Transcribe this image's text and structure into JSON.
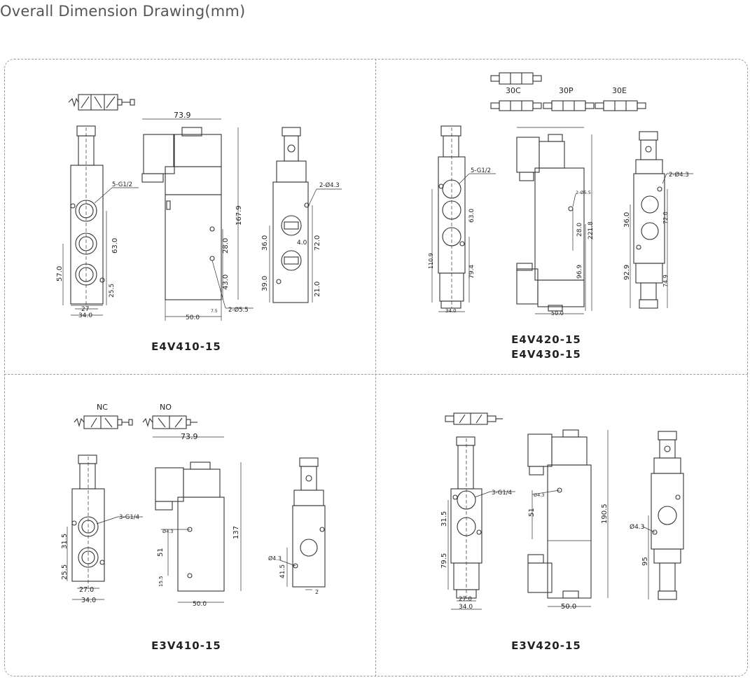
{
  "page_title": "Overall Dimension Drawing(mm)",
  "panels": {
    "top_left": {
      "model": "E4V410-15",
      "dims": {
        "width_top": "73.9",
        "port_label": "5-G1/2",
        "mount_label": "2-Ø4.3",
        "hole_label": "2-Ø5.5",
        "d_167": "167.9",
        "d_63": "63.0",
        "d_57": "57.0",
        "d_25": "25.5",
        "d_27": "27",
        "d_34": "34.0",
        "d_28": "28.0",
        "d_43": "43.0",
        "d_50": "50.0",
        "d_36": "36.0",
        "d_4": "4.0",
        "d_72": "72.0",
        "d_39": "39.0",
        "d_21": "21.0",
        "d_75": "7.5"
      }
    },
    "top_right": {
      "model_1": "E4V420-15",
      "model_2": "E4V430-15",
      "symbols": {
        "c": "30C",
        "p": "30P",
        "e": "30E"
      },
      "dims": {
        "port_label": "5-G1/2",
        "mount_label": "2-Ø4.3",
        "hole_label": "2-Ø5.5",
        "d_63": "63.0",
        "d_110": "110.9",
        "d_79": "79.4",
        "d_34": "34.0",
        "d_28": "28.0",
        "d_221": "221.8",
        "d_96": "96.9",
        "d_50": "50.0",
        "d_36": "36.0",
        "d_72": "72.0",
        "d_92": "92.9",
        "d_74": "74.9"
      }
    },
    "bottom_left": {
      "model": "E3V410-15",
      "labels": {
        "nc": "NC",
        "no": "NO"
      },
      "dims": {
        "width_top": "73.9",
        "port_label": "3-G1/4",
        "d_31": "31.5",
        "d_25": "25.5",
        "d_27": "27.0",
        "d_34": "34.0",
        "d_137": "137",
        "d_51": "51",
        "d_15": "15.5",
        "d_50": "50.0",
        "hole_a": "Ø4.3",
        "hole_b": "Ø4.3",
        "d_41": "41.5",
        "d_2": "2"
      }
    },
    "bottom_right": {
      "model": "E3V420-15",
      "dims": {
        "port_label": "3-G1/4",
        "d_31": "31.5",
        "d_79": "79.5",
        "d_27": "27.0",
        "d_34": "34.0",
        "hole_a": "Ø4.3",
        "d_51": "51",
        "d_190": "190.5",
        "d_50": "50.0",
        "hole_b": "Ø4.3",
        "d_95": "95"
      }
    }
  }
}
